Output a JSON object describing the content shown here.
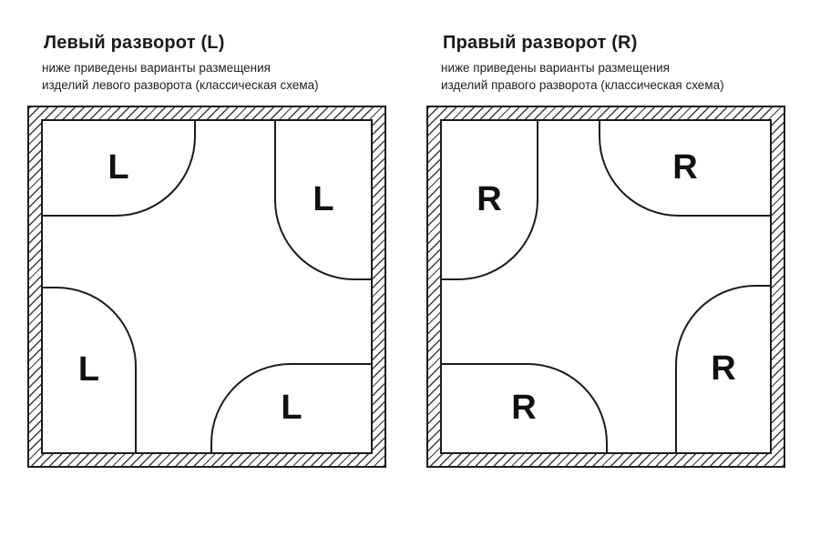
{
  "colors": {
    "line": "#1b1b1b",
    "background": "#ffffff"
  },
  "panels": [
    {
      "id": "left",
      "title": "Левый разворот (L)",
      "subtitle_line1": "ниже приведены варианты размещения",
      "subtitle_line2": "изделий левого разворота (классическая схема)",
      "tubs": [
        {
          "corner": "top-left",
          "label": "L"
        },
        {
          "corner": "top-right",
          "label": "L"
        },
        {
          "corner": "bottom-left",
          "label": "L"
        },
        {
          "corner": "bottom-right",
          "label": "L"
        }
      ]
    },
    {
      "id": "right",
      "title": "Правый разворот (R)",
      "subtitle_line1": "ниже приведены варианты размещения",
      "subtitle_line2": "изделий правого разворота (классическая схема)",
      "tubs": [
        {
          "corner": "top-left",
          "label": "R"
        },
        {
          "corner": "top-right",
          "label": "R"
        },
        {
          "corner": "bottom-left",
          "label": "R"
        },
        {
          "corner": "bottom-right",
          "label": "R"
        }
      ]
    }
  ]
}
